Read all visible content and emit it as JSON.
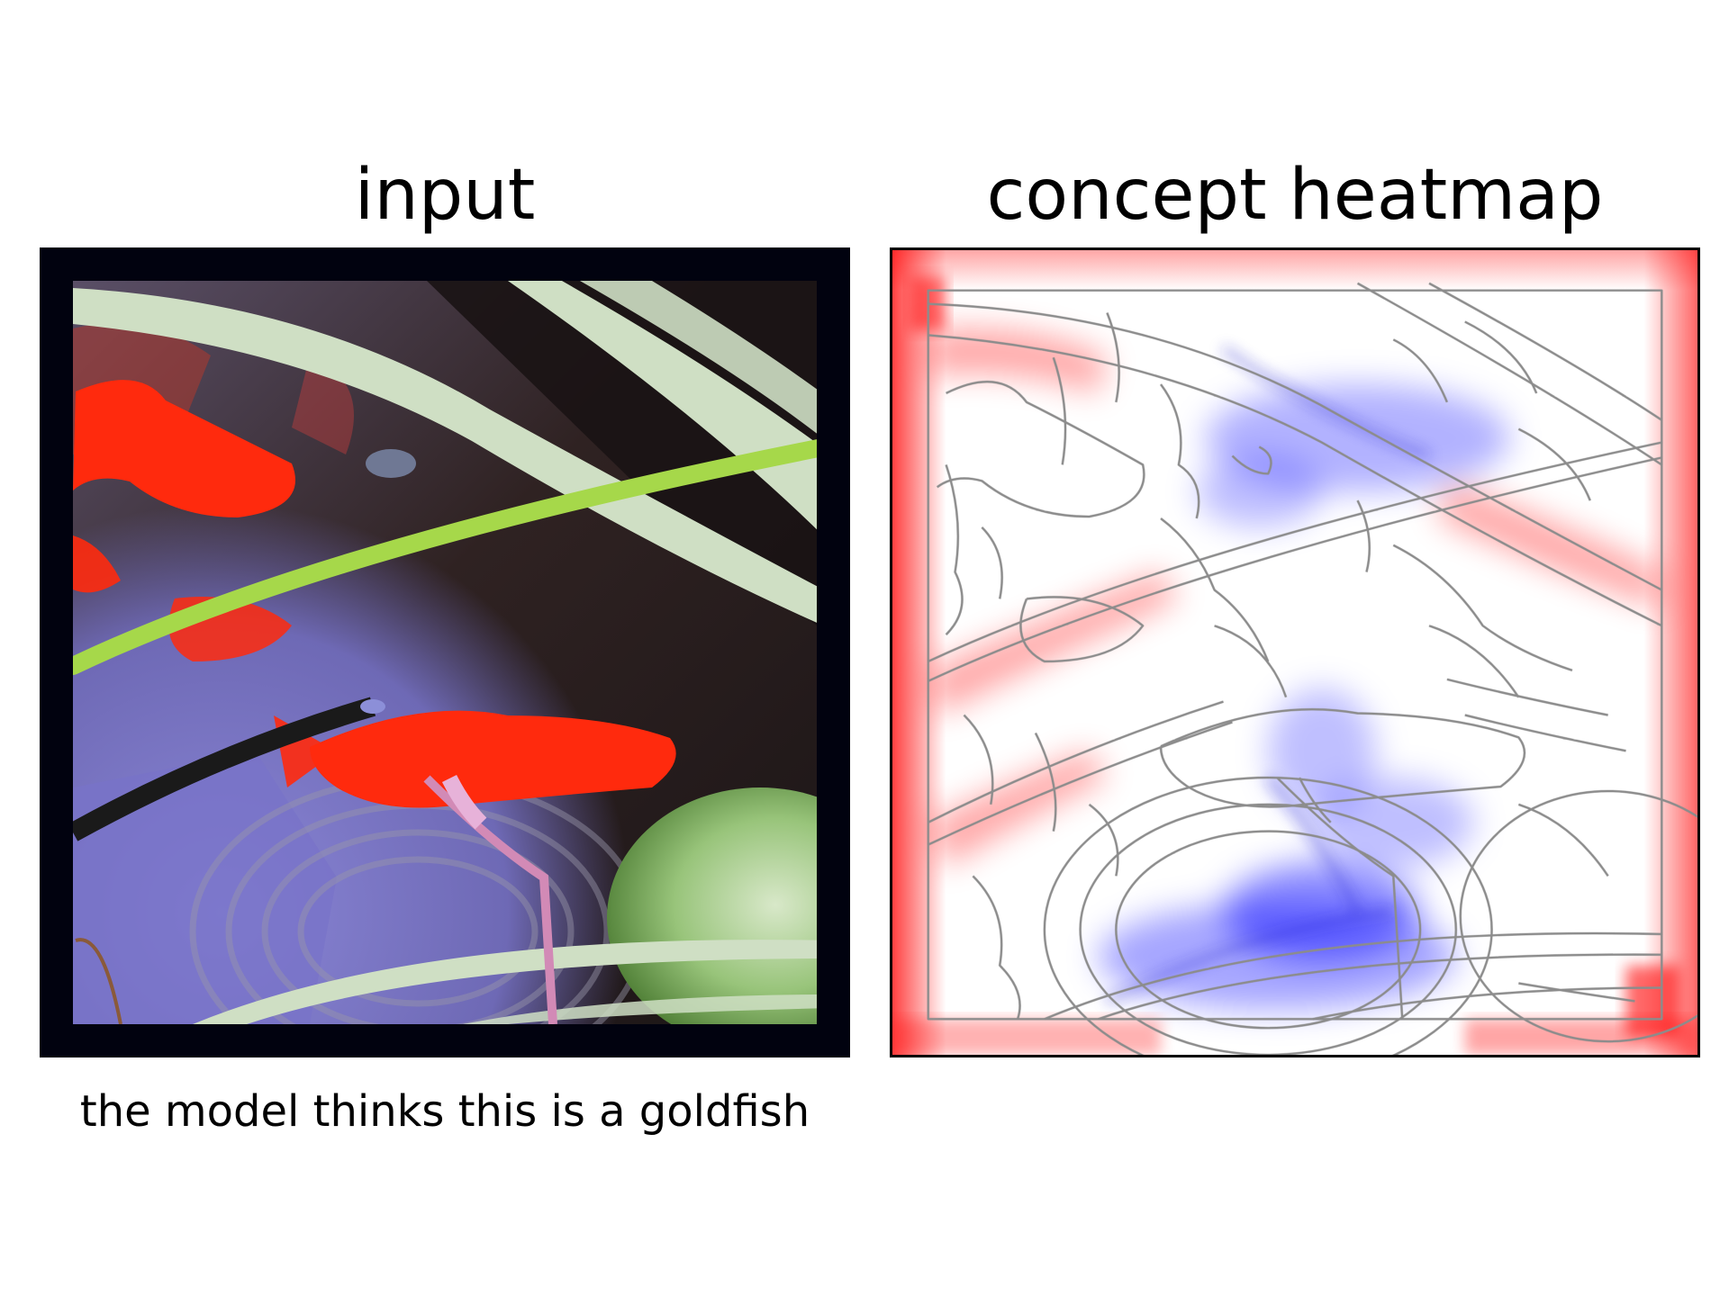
{
  "figure": {
    "panels": [
      {
        "title": "input"
      },
      {
        "title": "concept heatmap"
      }
    ],
    "caption": "the model thinks this is a goldfish"
  },
  "colors": {
    "background": "#ffffff",
    "input_frame": "#01020f",
    "positive_attribution": "#ff0000",
    "negative_attribution": "#0000ff",
    "edge_lines": "#8c8c8c"
  }
}
